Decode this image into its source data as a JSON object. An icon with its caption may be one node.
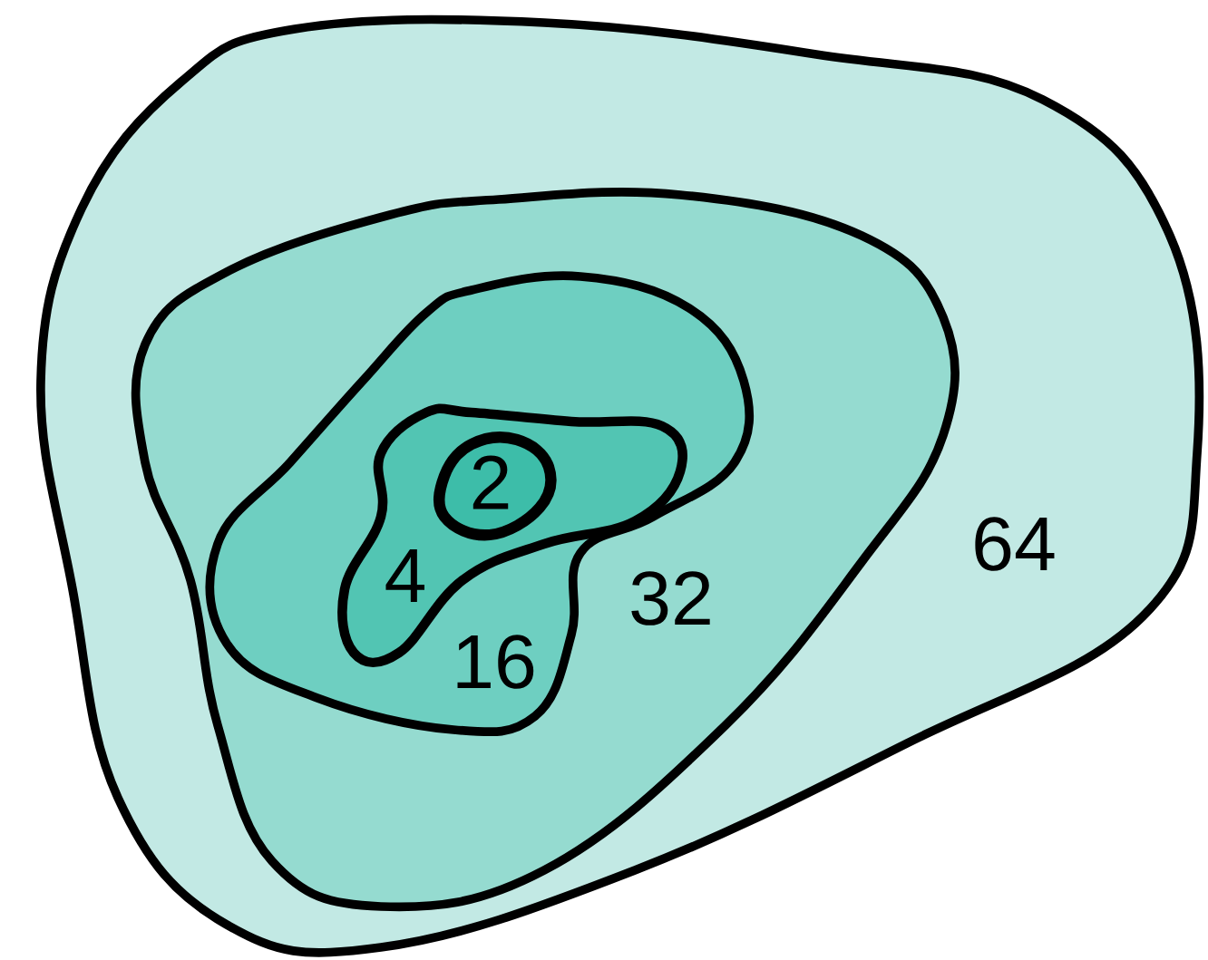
{
  "diagram": {
    "nodes": [
      {
        "text": [
          "64"
        ]
      },
      {
        "text": [
          "32"
        ],
        "in": 0
      },
      {
        "text": [
          "16"
        ],
        "in": 1
      },
      {
        "text": [
          "4"
        ],
        "in": 2
      },
      {
        "text": [
          "2"
        ],
        "in": 3
      }
    ]
  }
}
